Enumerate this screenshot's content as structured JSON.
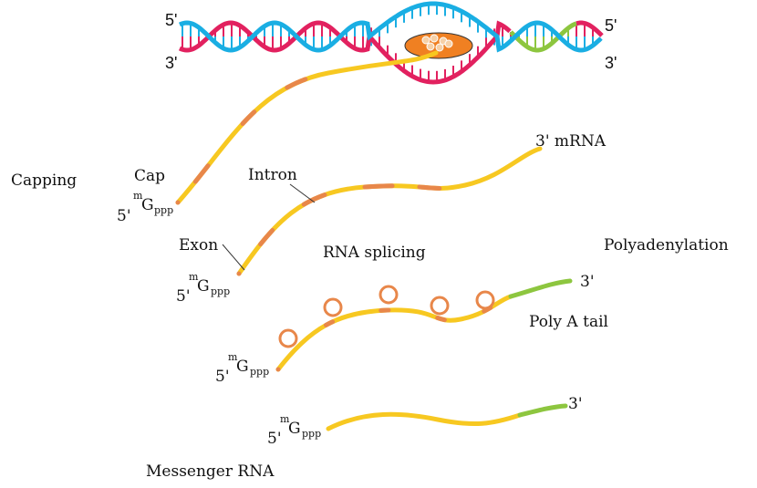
{
  "colors": {
    "strand_a": "#1aaee3",
    "strand_b": "#e2215f",
    "exon": "#f7c821",
    "intron": "#e8874a",
    "polyA": "#8dc63f",
    "polymerase": "#f08022"
  },
  "dna": {
    "left_top": "5'",
    "left_bottom": "3'",
    "right_top": "5'",
    "right_bottom": "3'"
  },
  "labels": {
    "mrna_end": "3'  mRNA",
    "capping": "Capping",
    "cap": "Cap",
    "intron": "Intron",
    "exon": "Exon",
    "rna_splicing": "RNA splicing",
    "polyadenylation": "Polyadenylation",
    "poly_a_tail": "Poly A tail",
    "messenger_rna": "Messenger RNA",
    "three_prime": "3'",
    "five_prime": "5'",
    "cap_m": "m",
    "cap_g": "G",
    "cap_ppp": "ppp"
  }
}
